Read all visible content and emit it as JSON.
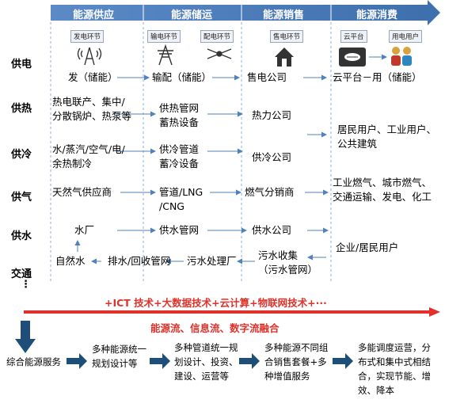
{
  "stages": [
    "能源供应",
    "能源储运",
    "能源销售",
    "能源消费"
  ],
  "tags": [
    "发电环节",
    "输电环节",
    "配电环节",
    "售电环节",
    "云平台",
    "用电用户"
  ],
  "rows": [
    "供电",
    "供热",
    "供冷",
    "供气",
    "供水",
    "交通",
    "⋮"
  ],
  "power": {
    "supply": "发（储能）",
    "transport": "输配（储能）",
    "sales": "售电公司",
    "consume": "云平台－用（储能）"
  },
  "heat": {
    "supply": "热电联产、集中/分散锅炉、热泵等",
    "transport": "供热管网\n蓄热设备",
    "sales": "热力公司"
  },
  "cold": {
    "supply": "水/蒸汽/空气/电/余热制冷",
    "transport": "供冷管道\n蓄冷设备",
    "sales": "供冷公司"
  },
  "heat_cold_consume": "居民用户、工业用户、公共建筑",
  "gas": {
    "supply": "天然气供应商",
    "transport": "管道/LNG\n/CNG",
    "sales": "燃气分销商",
    "consume": "工业燃气、城市燃气、交通运输、发电、化工"
  },
  "water": {
    "supply": "水厂",
    "transport": "供水管网",
    "sales": "供水公司",
    "consume": "企业/居民用户"
  },
  "sewage": {
    "source": "自然水",
    "recycle": "排水/回收管网",
    "treat": "污水处理厂",
    "collect": "污水收集\n（污水管网）"
  },
  "tech": "+ICT 技术+大数据技术+云计算+物联网技术+···",
  "fusion": "能源流、信息流、数字流融合",
  "bottom": [
    "综合能源服务",
    "多种能源统一规划设计等",
    "多种管道统一规划设计、投资、建设、运营等",
    "多种能源不同组合销售套餐+多种增值服务",
    "多能调度运营，分布式和集中式相结合，实现节能、增效、降本"
  ],
  "colors": {
    "header": "#3f72af",
    "arrow": "#4f81bd",
    "red": "#e0312a",
    "dark": "#1f4e79"
  }
}
